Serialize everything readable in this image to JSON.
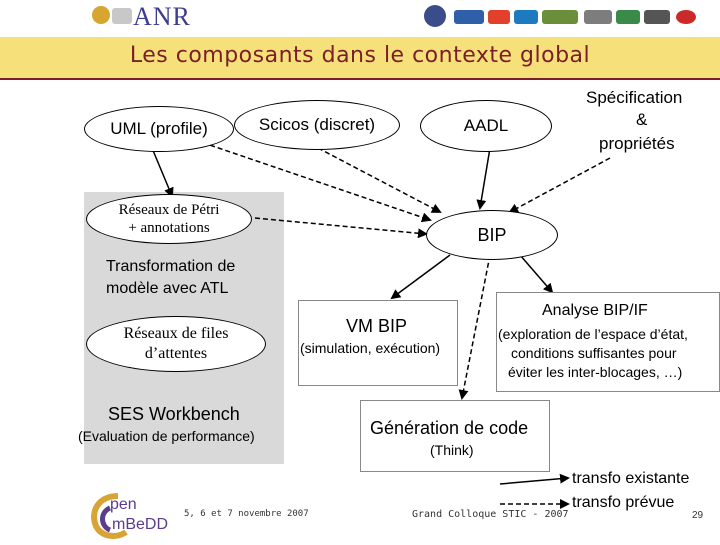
{
  "title": "Les composants dans le contexte global",
  "header": {
    "anr": "ANR"
  },
  "nodes": {
    "uml": "UML (profile)",
    "scicos": "Scicos (discret)",
    "aadl": "AADL",
    "spec_line1": "Spécification",
    "spec_line2": "&",
    "spec_line3": "propriétés",
    "petri_line1": "Réseaux de Pétri",
    "petri_line2": "+ annotations",
    "bip": "BIP",
    "atl_line1": "Transformation de",
    "atl_line2": "modèle avec ATL",
    "files_line1": "Réseaux de files",
    "files_line2": "d’attentes",
    "ses_line1": "SES Workbench",
    "ses_line2": "(Evaluation de performance)",
    "vmbip_line1": "VM BIP",
    "vmbip_line2": "(simulation, exécution)",
    "analyse_title": "Analyse BIP/IF",
    "analyse_line1": "(exploration de l’espace d’état,",
    "analyse_line2": "conditions suffisantes pour",
    "analyse_line3": "éviter les inter-blocages, …)",
    "gen_line1": "Génération de code",
    "gen_line2": "(Think)"
  },
  "legend": {
    "existing": "transfo existante",
    "planned": "transfo prévue"
  },
  "footer": {
    "dates": "5, 6 et 7 novembre 2007",
    "event": "Grand Colloque STIC - 2007",
    "page": "29",
    "logo_text_1": "pen",
    "logo_text_2": "mBeDD"
  },
  "colors": {
    "title": "#7a1f2a",
    "band": "#f5e07a",
    "panel": "#d9d9d9"
  }
}
